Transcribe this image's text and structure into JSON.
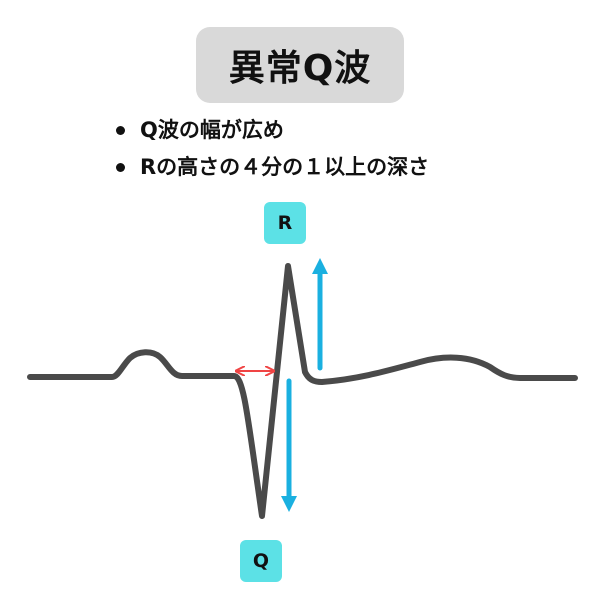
{
  "title": "異常Q波",
  "bullets": [
    "Q波の幅が広め",
    "Rの高さの４分の１以上の深さ"
  ],
  "labels": {
    "r": "R",
    "q": "Q"
  },
  "colors": {
    "title_bg": "#d9d9d9",
    "trace": "#4a4a4a",
    "label_bg": "#5ce1e6",
    "arrow_blue": "#1ab0e0",
    "arrow_red": "#f04444",
    "text": "#111111"
  }
}
